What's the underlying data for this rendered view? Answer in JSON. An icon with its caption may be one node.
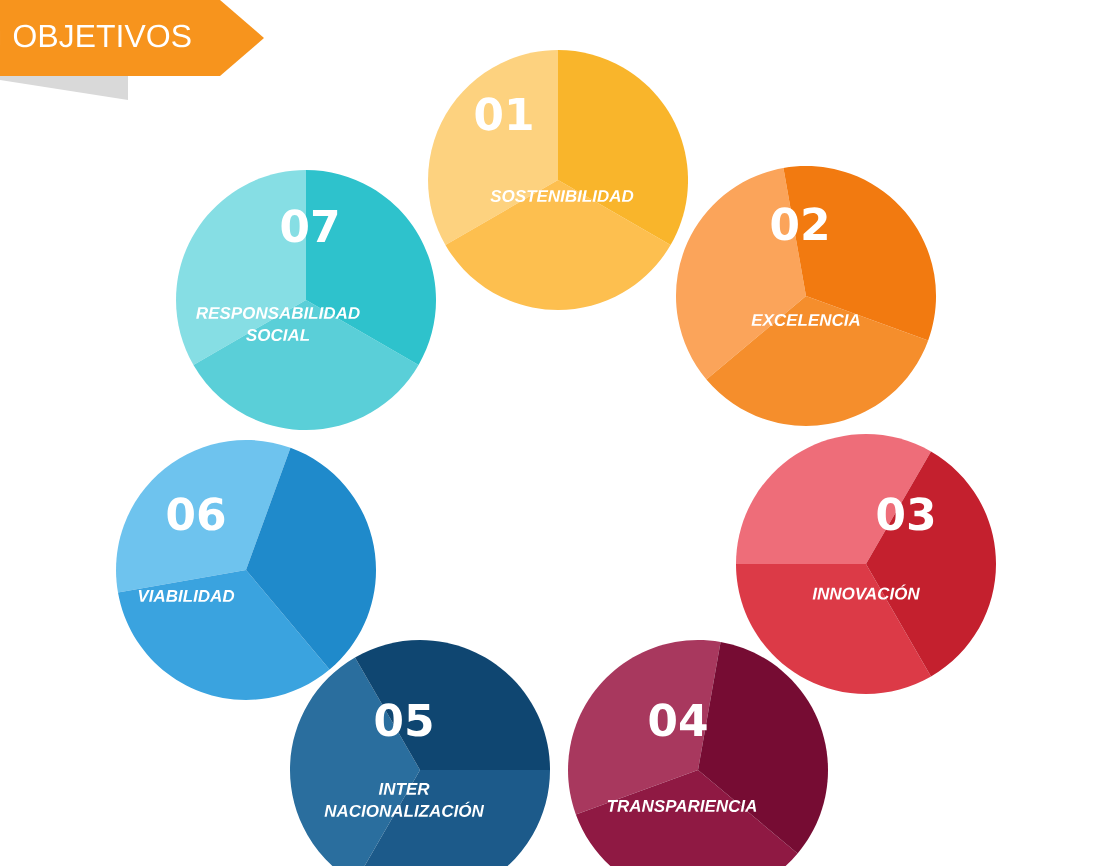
{
  "diagram": {
    "title": "OBJETIVOS",
    "nodes": [
      {
        "text": [
          "01",
          "SOSTENIBILIDAD"
        ]
      },
      {
        "text": [
          "02",
          "EXCELENCIA"
        ]
      },
      {
        "text": [
          "03",
          "INNOVACIÓN"
        ]
      },
      {
        "text": [
          "04",
          "TRANSPARIENCIA"
        ]
      },
      {
        "text": [
          "05",
          "INTER NACIONALIZACIÓN"
        ]
      },
      {
        "text": [
          "06",
          "VIABILIDAD"
        ]
      },
      {
        "text": [
          "07",
          "RESPONSABILIDAD SOCIAL"
        ]
      }
    ]
  }
}
